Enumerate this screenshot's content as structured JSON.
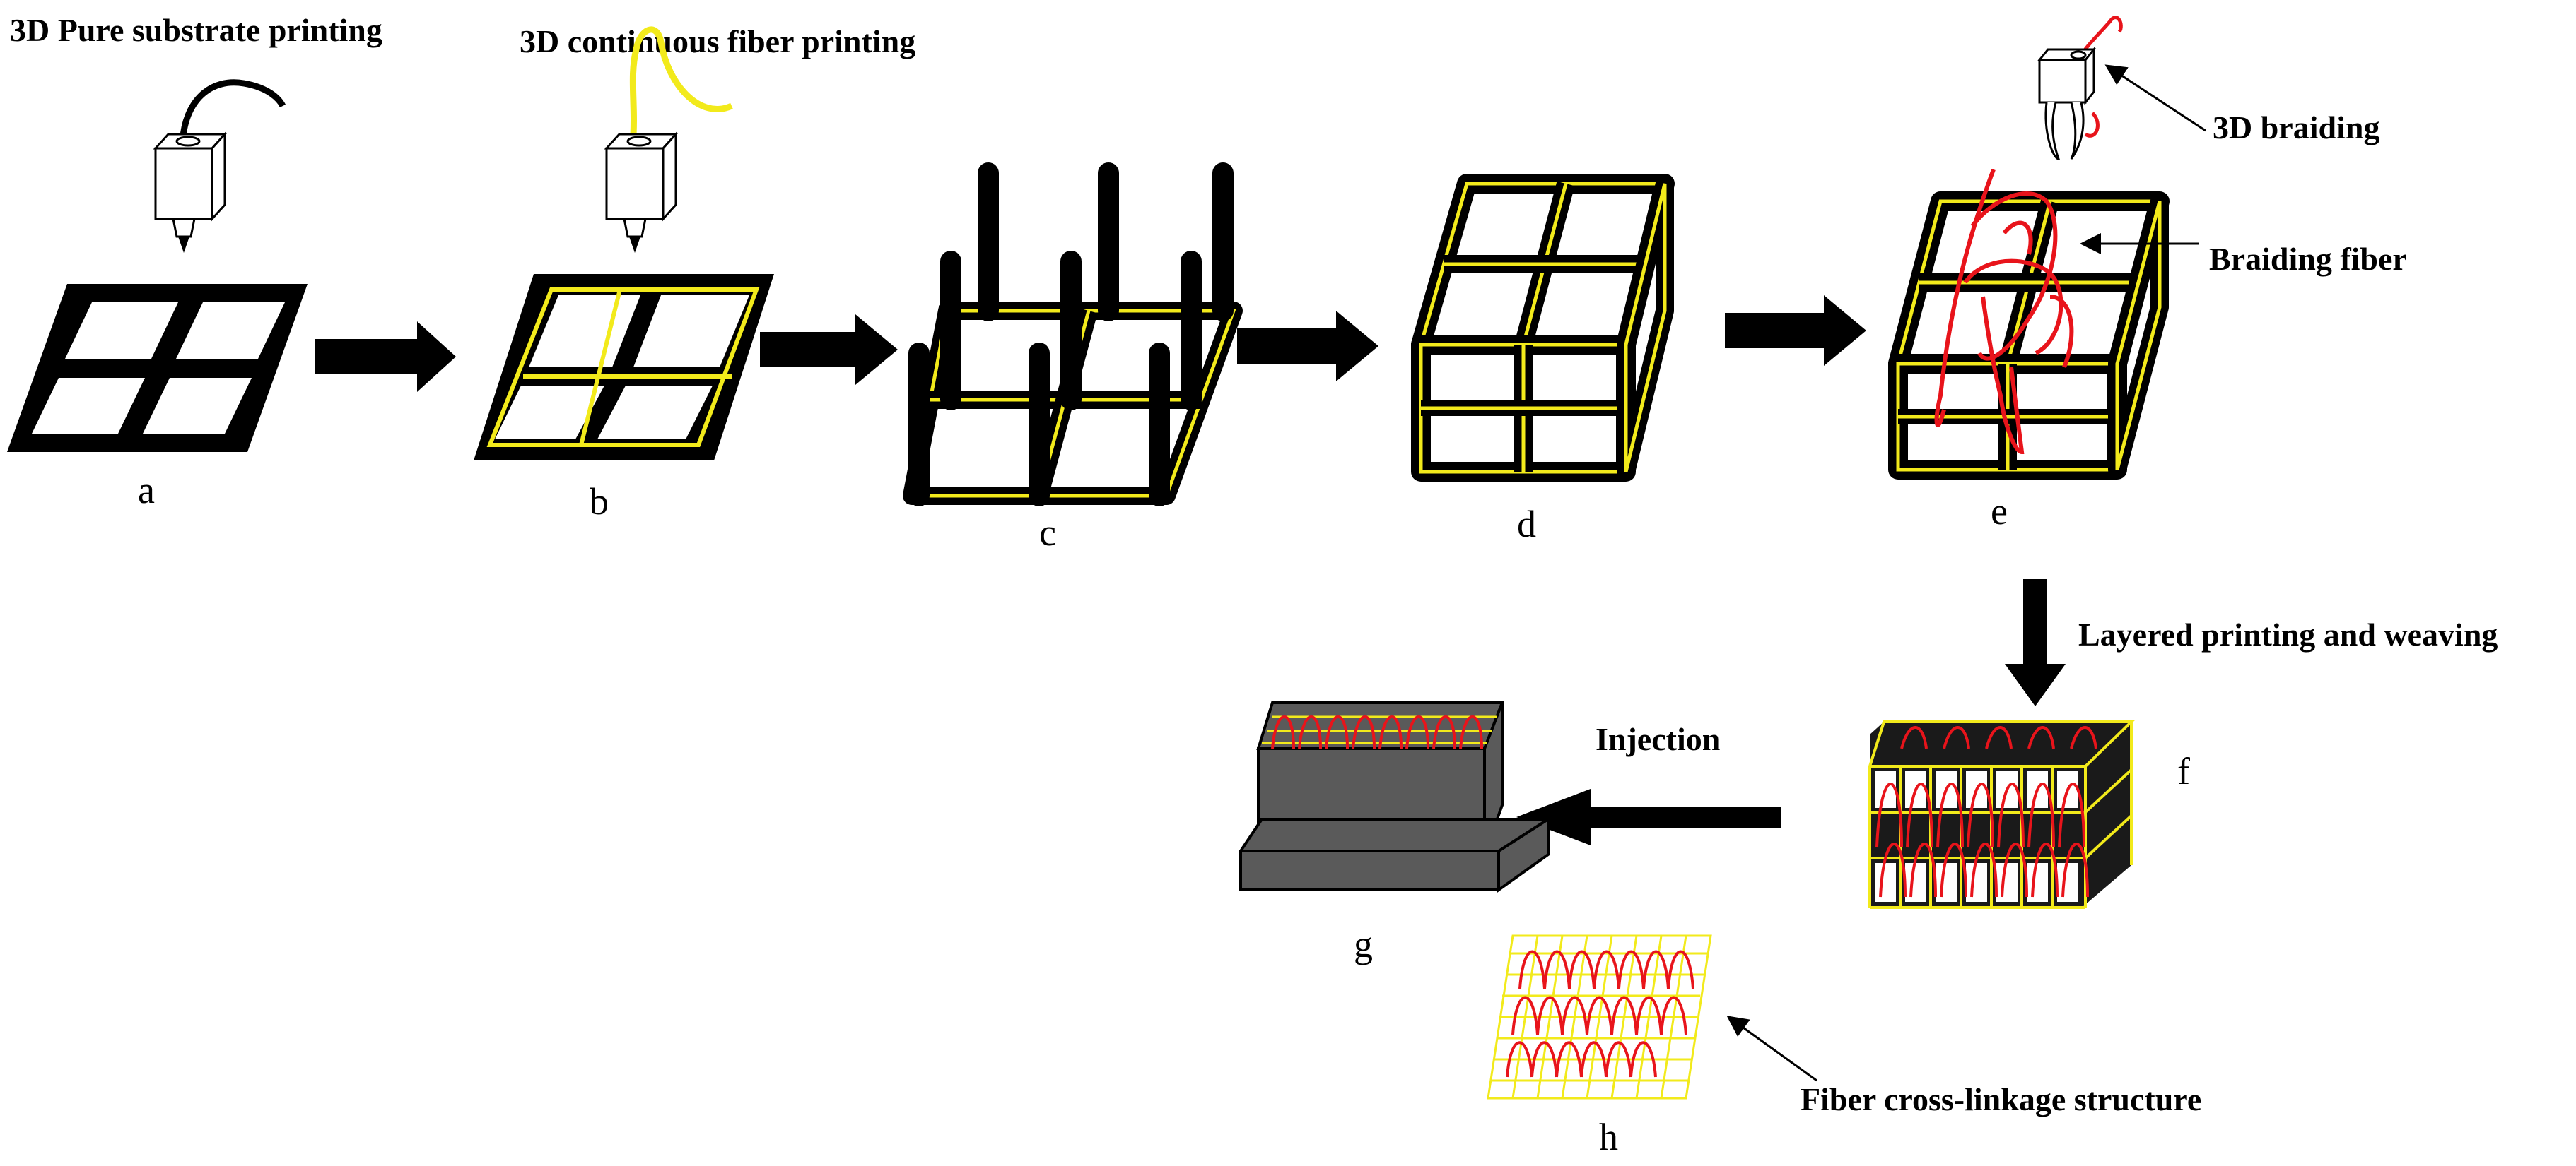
{
  "colors": {
    "substrate": "#000000",
    "fiber_yellow": "#f2ea1b",
    "fiber_red": "#e8141b",
    "mold_gray": "#5a5a5a",
    "nozzle_fill": "#ffffff"
  },
  "labels": {
    "pure_substrate": "3D Pure substrate printing",
    "continuous_fiber": "3D continuous fiber printing",
    "braiding": "3D braiding",
    "braiding_fiber": "Braiding fiber",
    "layered": "Layered printing and weaving",
    "injection": "Injection",
    "cross_linkage": "Fiber cross-linkage structure"
  },
  "panels": {
    "a": "a",
    "b": "b",
    "c": "c",
    "d": "d",
    "e": "e",
    "f": "f",
    "g": "g",
    "h": "h"
  }
}
